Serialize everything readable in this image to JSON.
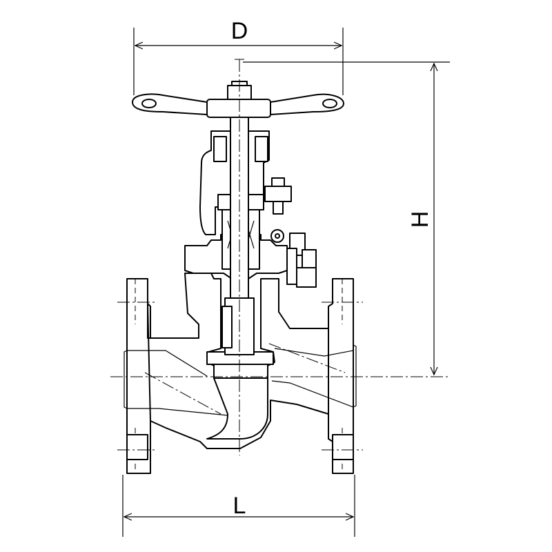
{
  "dimensions": {
    "width_label": "D",
    "height_label": "H",
    "length_label": "L"
  },
  "colors": {
    "line": "#000000",
    "background": "#ffffff"
  }
}
